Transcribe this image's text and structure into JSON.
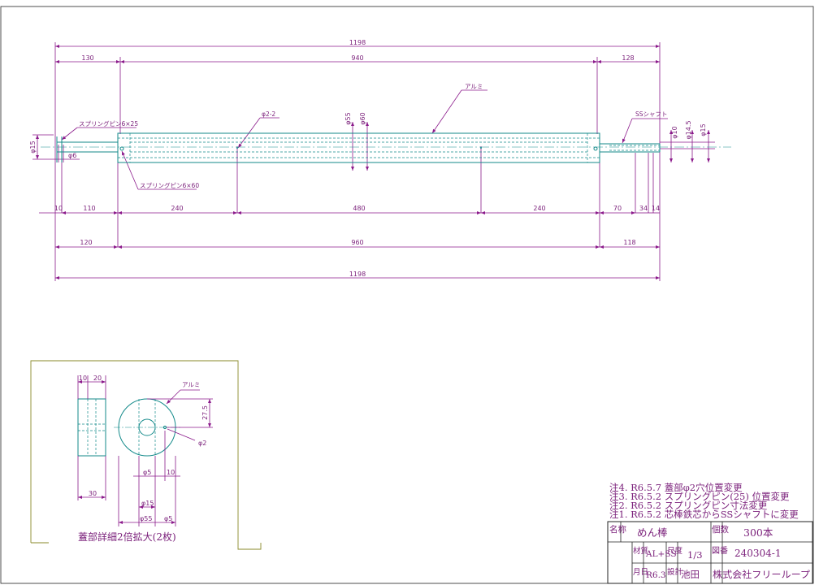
{
  "dims": {
    "overall_top": "1198",
    "left_top": "130",
    "mid_top": "940",
    "right_top": "128",
    "row2_a": "10",
    "row2_b": "110",
    "row2_c": "240",
    "row2_d": "480",
    "row2_e": "240",
    "row2_f": "70",
    "row2_g": "34",
    "row2_h": "14",
    "row3_left": "120",
    "row3_mid": "960",
    "row3_right": "118",
    "overall_bottom": "1198",
    "dia_left15": "φ15",
    "dia_left6": "φ6",
    "dia_55": "φ55",
    "dia_60": "φ60",
    "dia_r10": "φ10",
    "dia_r145": "φ14.5",
    "dia_r15": "φ15"
  },
  "labels": {
    "spring_pin_25": "スプリングピン6×25",
    "spring_pin_60": "スプリングピン6×60",
    "hole_2_2": "φ2-2",
    "aluminum": "アルミ",
    "ss_shaft": "SSシャフト"
  },
  "detail": {
    "d10": "10",
    "d20": "20",
    "d30": "30",
    "d275": "27.5",
    "aluminum": "アルミ",
    "phi2": "φ2",
    "phi5a": "φ5",
    "d10b": "10",
    "phi15": "φ15",
    "phi55": "φ55",
    "phi5b": "φ5",
    "caption": "蓋部詳細2倍拡大(2枚)"
  },
  "notes": [
    "注4. R6.5.7  蓋部φ2穴位置変更",
    "注3. R6.5.2  スプリングピン(25) 位置変更",
    "注2. R6.5.2  スプリングピン寸法変更",
    "注1. R6.5.2  芯棒鉄芯からSSシャフトに変更"
  ],
  "titleblock": {
    "name_label": "名称",
    "name_value": "めん棒",
    "qty_label": "個数",
    "qty_value": "300本",
    "material_label": "材質",
    "material_value": "AL+SS",
    "scale_label": "尺度",
    "scale_value": "1/3",
    "drawing_no_label": "図番",
    "drawing_no_value": "240304-1",
    "date_label": "月日",
    "date_value": "R6.3",
    "designer_label": "設計",
    "designer_value": "池田",
    "company": "株式会社フリーループ"
  }
}
